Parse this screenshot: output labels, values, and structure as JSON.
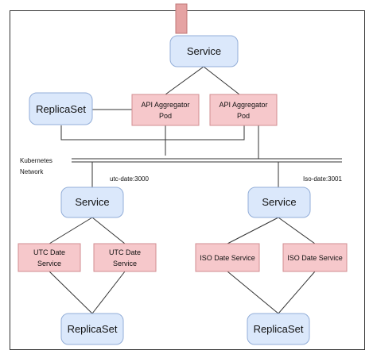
{
  "nodes": {
    "top_service": "Service",
    "top_replicaset": "ReplicaSet",
    "api_pod_1": [
      "API Aggregator",
      "Pod"
    ],
    "api_pod_2": [
      "API Aggregator",
      "Pod"
    ],
    "utc_service": "Service",
    "iso_service": "Service",
    "utc_pod_1": [
      "UTC Date",
      "Service"
    ],
    "utc_pod_2": [
      "UTC Date",
      "Service"
    ],
    "iso_pod_1": "ISO Date Service",
    "iso_pod_2": "ISO Date Service",
    "utc_replicaset": "ReplicaSet",
    "iso_replicaset": "ReplicaSet"
  },
  "labels": {
    "network": [
      "Kubernetes",
      "Network"
    ],
    "utc_port": "utc-date:3000",
    "iso_port": "Iso-date:3001"
  }
}
